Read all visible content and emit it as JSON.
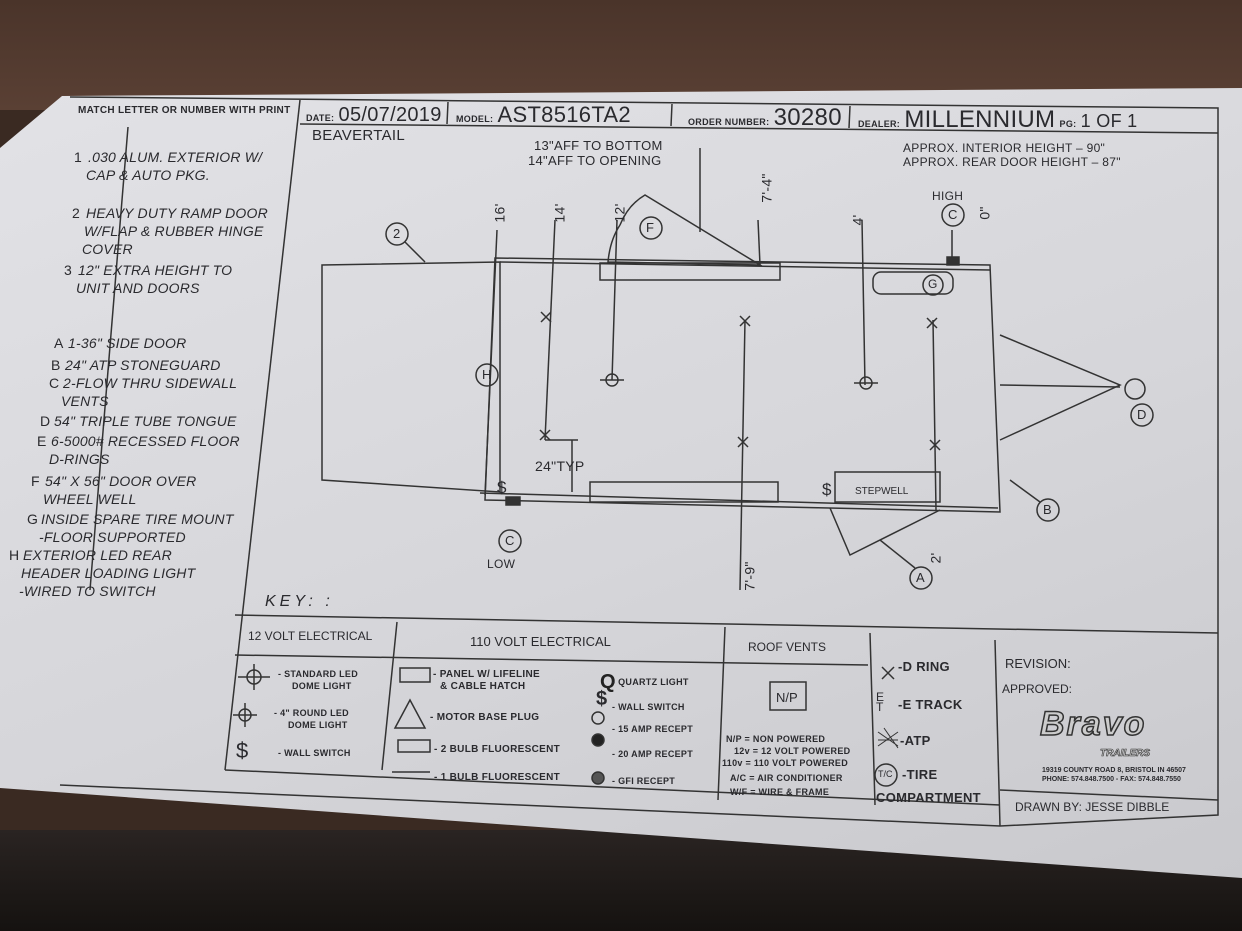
{
  "header": {
    "date_label": "DATE:",
    "date": "05/07/2019",
    "model_label": "MODEL:",
    "model": "AST8516TA2",
    "order_label": "ORDER NUMBER:",
    "order": "30280",
    "dealer_label": "DEALER:",
    "dealer": "MILLENNIUM",
    "pg_label": "PG:",
    "pg": "1 OF 1"
  },
  "notes": {
    "beavertail": "BEAVERTAIL",
    "aff_bottom": "13\"AFF TO BOTTOM",
    "aff_opening": "14\"AFF TO OPENING",
    "interior_height": "APPROX. INTERIOR HEIGHT – 90\"",
    "rear_door_height": "APPROX. REAR DOOR HEIGHT – 87\""
  },
  "spec_list": {
    "title": "MATCH LETTER OR NUMBER WITH PRINT",
    "items": [
      {
        "key": "1",
        "lines": [
          ".030 ALUM. EXTERIOR W/",
          "CAP & AUTO PKG."
        ]
      },
      {
        "key": "2",
        "lines": [
          "HEAVY DUTY RAMP DOOR",
          "W/FLAP & RUBBER HINGE",
          "COVER"
        ]
      },
      {
        "key": "3",
        "lines": [
          "12\" EXTRA HEIGHT TO",
          "UNIT AND DOORS"
        ]
      },
      {
        "key": "A",
        "lines": [
          "1-36\" SIDE DOOR"
        ]
      },
      {
        "key": "B",
        "lines": [
          "24\" ATP STONEGUARD"
        ]
      },
      {
        "key": "C",
        "lines": [
          "2-FLOW THRU SIDEWALL",
          "VENTS"
        ]
      },
      {
        "key": "D",
        "lines": [
          "54\" TRIPLE TUBE TONGUE"
        ]
      },
      {
        "key": "E",
        "lines": [
          "6-5000# RECESSED FLOOR",
          "D-RINGS"
        ]
      },
      {
        "key": "F",
        "lines": [
          "54\" X 56\" DOOR OVER",
          "WHEEL WELL"
        ]
      },
      {
        "key": "G",
        "lines": [
          "INSIDE SPARE TIRE MOUNT",
          "-FLOOR SUPPORTED"
        ]
      },
      {
        "key": "H",
        "lines": [
          "EXTERIOR LED REAR",
          "HEADER LOADING LIGHT",
          "-WIRED TO SWITCH"
        ]
      }
    ]
  },
  "drawing": {
    "callouts": {
      "ramp": "2",
      "light": "H",
      "door_over_well": "F",
      "spare": "G",
      "vent_high": "C",
      "vent_low": "C",
      "tongue": "D",
      "stoneguard": "B",
      "side_door": "A"
    },
    "high": "HIGH",
    "low": "LOW",
    "dims": [
      "16'",
      "14'",
      "12'",
      "7'-4\"",
      "4'",
      "0\"",
      "7'-9\"",
      "2'"
    ],
    "typ": "24\"TYP",
    "stepwell": "STEPWELL",
    "switch": "$"
  },
  "key": {
    "title": "KEY: :",
    "v12": {
      "header": "12 VOLT ELECTRICAL",
      "items": [
        "- STANDARD LED",
        "DOME LIGHT",
        "- 4\" ROUND LED",
        "DOME LIGHT",
        "- WALL SWITCH"
      ]
    },
    "v110": {
      "header": "110 VOLT ELECTRICAL",
      "items": [
        "- PANEL W/ LIFELINE",
        "& CABLE HATCH",
        "- MOTOR BASE PLUG",
        "- 2 BULB FLUORESCENT",
        "- 1 BULB FLUORESCENT",
        "- QUARTZ LIGHT",
        "- WALL SWITCH",
        "- 15 AMP RECEPT",
        "- 20 AMP RECEPT",
        "- GFI RECEPT"
      ]
    },
    "roof": {
      "header": "ROOF VENTS",
      "box": "N/P",
      "items": [
        "N/P = NON POWERED",
        "12v = 12 VOLT POWERED",
        "110v = 110 VOLT POWERED",
        "A/C = AIR CONDITIONER",
        "W/F = WIRE & FRAME"
      ]
    },
    "misc": {
      "items": [
        "-D RING",
        "-E TRACK",
        "-ATP",
        "-TIRE",
        "COMPARTMENT"
      ],
      "tc": "T/C",
      "e": "E",
      "t": "T"
    }
  },
  "title_block": {
    "revision": "REVISION:",
    "approved": "APPROVED:",
    "logo": "Bravo",
    "logo_sub": "TRAILERS",
    "address": "19319 COUNTY ROAD 8, BRISTOL IN 46507",
    "phone": "PHONE: 574.848.7500 - FAX: 574.848.7550",
    "drawn_by": "DRAWN BY: JESSE DIBBLE"
  }
}
